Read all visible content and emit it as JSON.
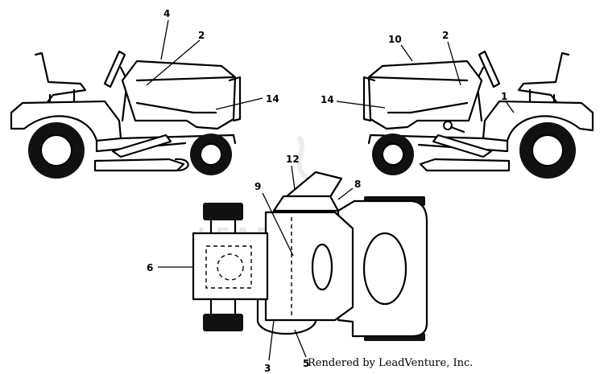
{
  "watermark": "LEADVENTURE",
  "credit": "Rendered by LeadVenture, Inc.",
  "callouts": {
    "c1": "1",
    "c2a": "2",
    "c2b": "2",
    "c3": "3",
    "c4": "4",
    "c5": "5",
    "c6": "6",
    "c8": "8",
    "c9": "9",
    "c10": "10",
    "c12": "12",
    "c14a": "14",
    "c14b": "14"
  }
}
